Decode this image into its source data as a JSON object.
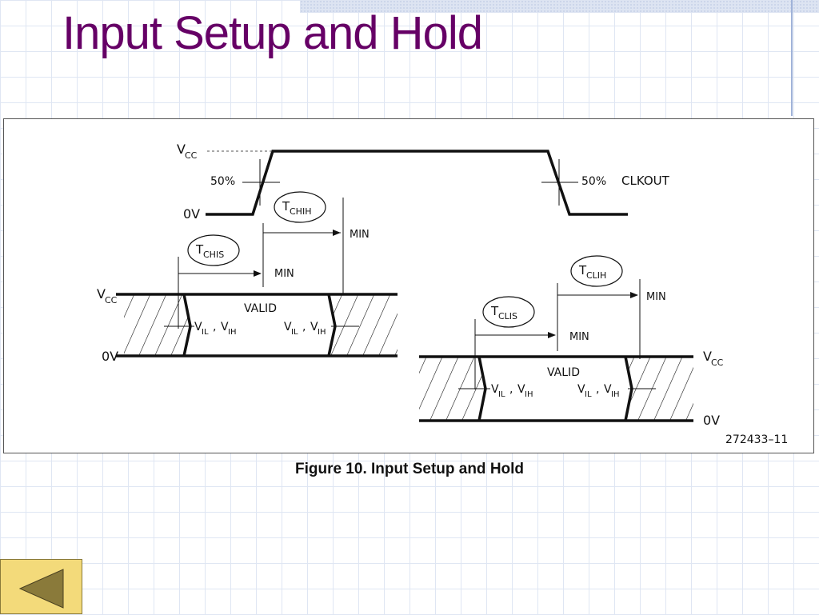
{
  "slide": {
    "title": "Input Setup and Hold"
  },
  "figure": {
    "caption": "Figure 10. Input Setup and Hold",
    "id": "272433–11",
    "labels": {
      "vcc": "V",
      "vcc_sub": "CC",
      "zero_v": "0V",
      "fifty": "50%",
      "clkout": "CLKOUT",
      "min": "MIN",
      "valid": "VALID",
      "t": "T",
      "tchih_sub": "CHIH",
      "tchis_sub": "CHIS",
      "tclih_sub": "CLIH",
      "tclis_sub": "CLIS",
      "v": "V",
      "il_sub": "IL",
      "ih_sub": "IH",
      "comma": ","
    }
  },
  "nav": {
    "back_icon": "left-triangle-icon"
  },
  "colors": {
    "title": "#660066",
    "grid": "#dfe6f3",
    "button": "#f3da7a",
    "button_icon": "#8a7a3a"
  }
}
